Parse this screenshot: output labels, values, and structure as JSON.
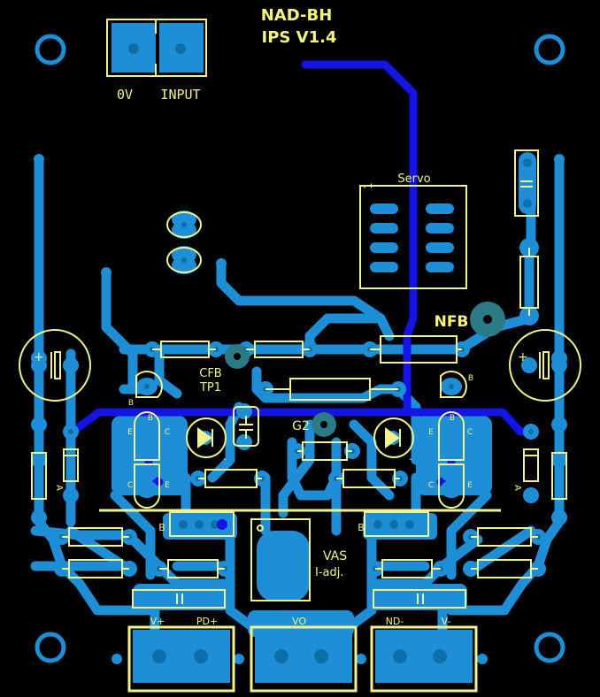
{
  "board": {
    "title_line1": "NAD-BH",
    "title_line2": "IPS V1.4",
    "colors": {
      "background": "#000000",
      "copper": "#1e8fd6",
      "top_copper": "#1414e6",
      "silkscreen": "#f2f28c",
      "pad_dark": "#0d6fa6",
      "via": "#2c7a86"
    }
  },
  "labels": {
    "zero_volt": "0V",
    "input": "INPUT",
    "servo": "Servo",
    "servo_pin1": "1",
    "nfb": "NFB",
    "cfb": "CFB",
    "tp1": "TP1",
    "g2": "G2",
    "vas_line1": "VAS",
    "vas_line2": "I-adj.",
    "b_left": "B",
    "b_right": "B",
    "transistor_b": "B",
    "transistor_e": "E",
    "transistor_c": "C",
    "diode_a": "A",
    "led_minus": "-",
    "vplus": "V+",
    "pdplus": "PD+",
    "vo": "VO",
    "ndminus": "ND-",
    "vminus": "V-",
    "cap_plus": "+"
  }
}
